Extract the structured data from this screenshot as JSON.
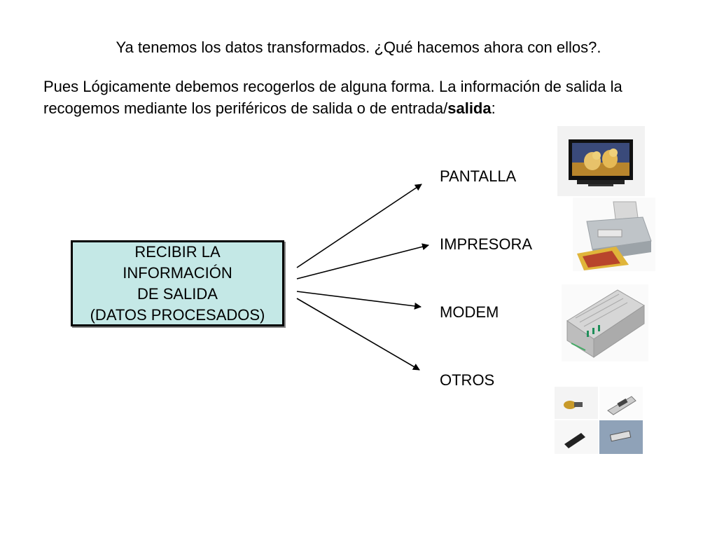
{
  "intro": "Ya tenemos los datos transformados. ¿Qué hacemos ahora con ellos?.",
  "body": {
    "text": "Pues Lógicamente debemos recogerlos de alguna forma. La información de salida la recogemos mediante los periféricos de salida o de entrada/",
    "bold": "salida",
    "trailing": ":"
  },
  "process_box": {
    "line1": "RECIBIR LA",
    "line2": "INFORMACIÓN",
    "line3": "DE SALIDA",
    "line4": "(DATOS PROCESADOS)"
  },
  "destinations": [
    {
      "label": "PANTALLA",
      "icon": "monitor-icon"
    },
    {
      "label": "IMPRESORA",
      "icon": "printer-icon"
    },
    {
      "label": "MODEM",
      "icon": "modem-icon"
    },
    {
      "label": "OTROS",
      "icon": "usb-devices-icon"
    }
  ],
  "colors": {
    "box_fill": "#c4e8e6",
    "text": "#000000",
    "arrow": "#000000"
  }
}
